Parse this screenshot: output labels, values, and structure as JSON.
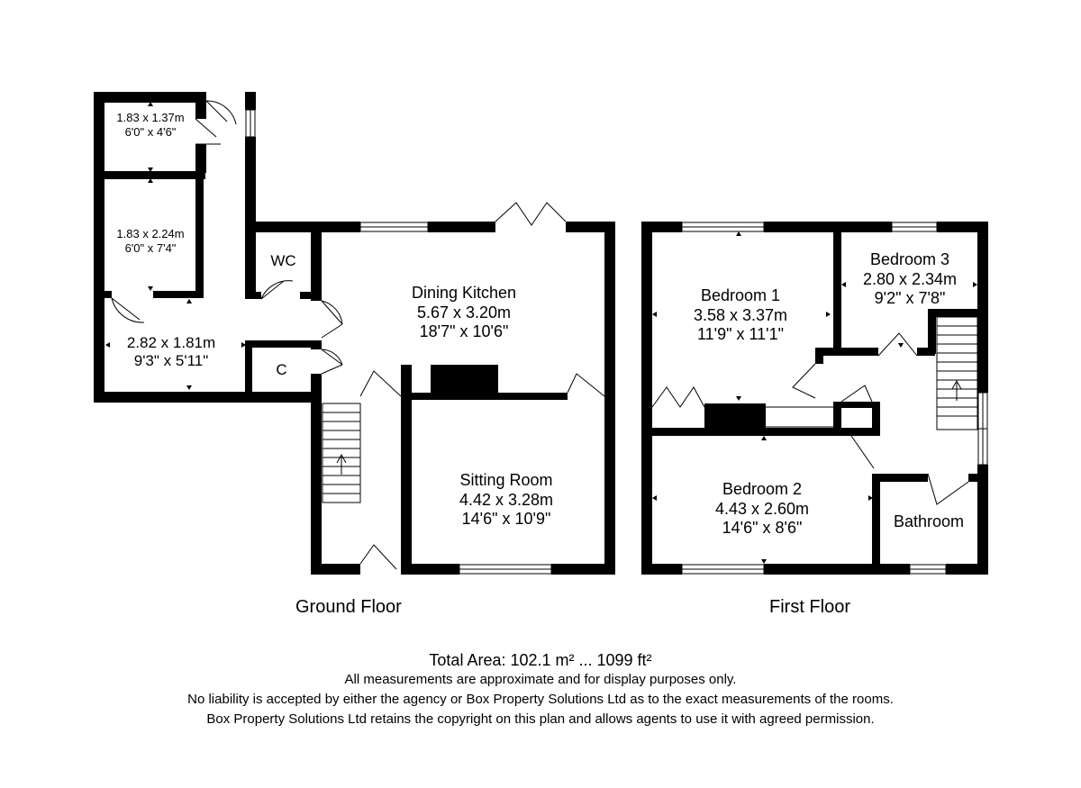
{
  "floors": {
    "ground": {
      "title": "Ground Floor",
      "rooms": {
        "store1": {
          "metric": "1.83 x 1.37m",
          "imperial": "6'0\" x 4'6\""
        },
        "store2": {
          "metric": "1.83 x 2.24m",
          "imperial": "6'0\" x 7'4\""
        },
        "utility": {
          "metric": "2.82 x 1.81m",
          "imperial": "9'3\" x 5'11\""
        },
        "wc": {
          "name": "WC"
        },
        "cupboard": {
          "name": "C"
        },
        "dining_kitchen": {
          "name": "Dining Kitchen",
          "metric": "5.67 x 3.20m",
          "imperial": "18'7\" x 10'6\""
        },
        "sitting_room": {
          "name": "Sitting Room",
          "metric": "4.42 x 3.28m",
          "imperial": "14'6\" x 10'9\""
        }
      }
    },
    "first": {
      "title": "First Floor",
      "rooms": {
        "bedroom1": {
          "name": "Bedroom 1",
          "metric": "3.58 x 3.37m",
          "imperial": "11'9\" x 11'1\""
        },
        "bedroom2": {
          "name": "Bedroom 2",
          "metric": "4.43 x 2.60m",
          "imperial": "14'6\" x 8'6\""
        },
        "bedroom3": {
          "name": "Bedroom 3",
          "metric": "2.80 x 2.34m",
          "imperial": "9'2\" x 7'8\""
        },
        "bathroom": {
          "name": "Bathroom"
        }
      }
    }
  },
  "footer": {
    "total_area": "Total Area: 102.1 m² ... 1099 ft²",
    "line1": "All measurements are approximate and for display purposes only.",
    "line2": "No liability is accepted by either the agency or Box Property Solutions Ltd as to the exact measurements of the rooms.",
    "line3": "Box Property Solutions Ltd retains the copyright on this plan and allows agents to use it with agreed permission."
  },
  "colors": {
    "wall": "#000000",
    "background": "#ffffff",
    "thin_line": "#000000"
  }
}
